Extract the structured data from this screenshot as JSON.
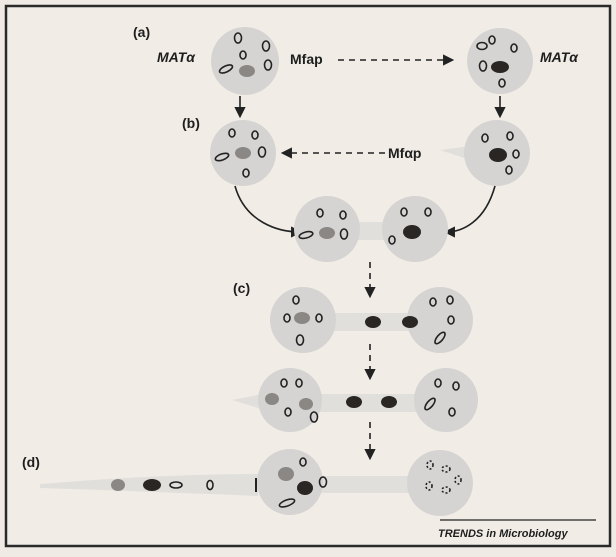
{
  "panels": {
    "a": "(a)",
    "b": "(b)",
    "c": "(c)",
    "d": "(d)"
  },
  "labels": {
    "mat_left": "MATα",
    "mat_right": "MATα",
    "mfap_top": "Mfap",
    "mfap_middle": "Mfαp"
  },
  "credit": "TRENDS in Microbiology",
  "colors": {
    "background": "#efebe4",
    "frame": "#2a2a2a",
    "cell": "#d6d4d2",
    "nucleus_grey": "#8a8784",
    "nucleus_dark": "#2a2624"
  }
}
